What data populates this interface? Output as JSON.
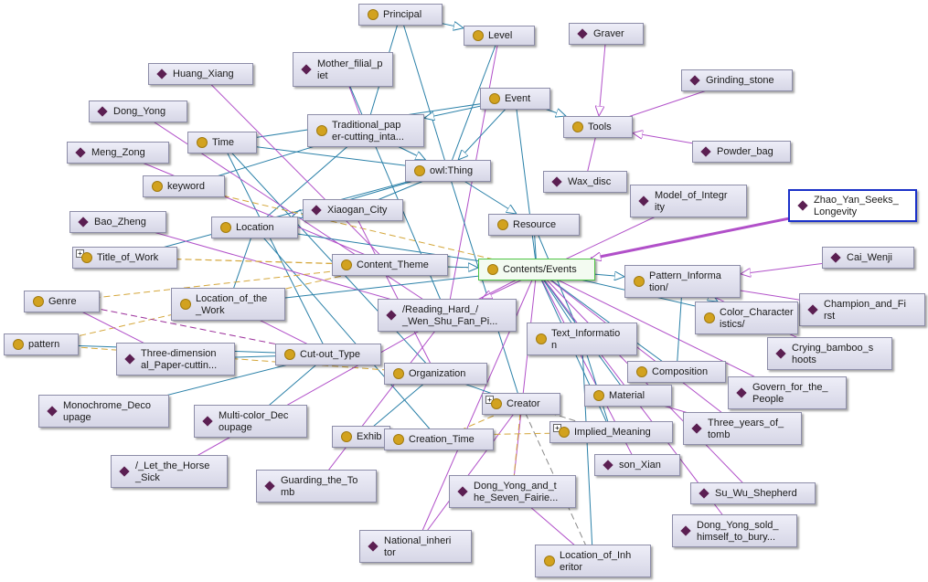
{
  "legend_colors": {
    "subclass": "#2a80a8",
    "object_property": "#b150c9",
    "dashed_a": "#d4a63a",
    "dashed_b": "#9b2f9b"
  },
  "nodes": {
    "principal": "Principal",
    "level": "Level",
    "graver": "Graver",
    "mother": "Mother_filial_p\niet",
    "huang_xiang": "Huang_Xiang",
    "event": "Event",
    "grinding": "Grinding_stone",
    "dong_yong": "Dong_Yong",
    "traditional": "Traditional_pap\ner-cutting_inta...",
    "tools": "Tools",
    "time": "Time",
    "meng_zong": "Meng_Zong",
    "powder": "Powder_bag",
    "owl_thing": "owl:Thing",
    "keyword": "keyword",
    "wax": "Wax_disc",
    "model": "Model_of_Integr\nity",
    "zhao": "Zhao_Yan_Seeks_\nLongevity",
    "xiaogan": "Xiaogan_City",
    "bao": "Bao_Zheng",
    "location": "Location",
    "resource": "Resource",
    "cai": "Cai_Wenji",
    "title_work": "Title_of_Work",
    "content_theme": "Content_Theme",
    "contents_events": "Contents/Events",
    "pattern_info": "Pattern_Informa\ntion/",
    "genre": "Genre",
    "loc_work": "Location_of_the\n_Work",
    "champion": "Champion_and_Fi\nrst",
    "reading": "/Reading_Hard_/\n_Wen_Shu_Fan_Pi...",
    "color_char": "Color_Character\nistics/",
    "pattern": "pattern",
    "text_info": "Text_Informatio\nn",
    "crying": "Crying_bamboo_s\nhoots",
    "three_dim": "Three-dimension\nal_Paper-cuttin...",
    "cutout": "Cut-out_Type",
    "organization": "Organization",
    "composition": "Composition",
    "govern": "Govern_for_the_\nPeople",
    "monochrome": "Monochrome_Deco\nupage",
    "material": "Material",
    "creator": "Creator",
    "multicolor": "Multi-color_Dec\noupage",
    "three_years": "Three_years_of_\ntomb",
    "implied": "Implied_Meaning",
    "exhibition": "Exhib",
    "creation_time": "Creation_Time",
    "let_horse": "/_Let_the_Horse\n_Sick",
    "son_xian": "son_Xian",
    "guarding": "Guarding_the_To\nmb",
    "dong_seven": "Dong_Yong_and_t\nhe_Seven_Fairie...",
    "su_wu": "Su_Wu_Shepherd",
    "dong_sold": "Dong_Yong_sold_\nhimself_to_bury...",
    "national": "National_inheri\ntor",
    "loc_inheritor": "Location_of_Inh\neritor"
  }
}
